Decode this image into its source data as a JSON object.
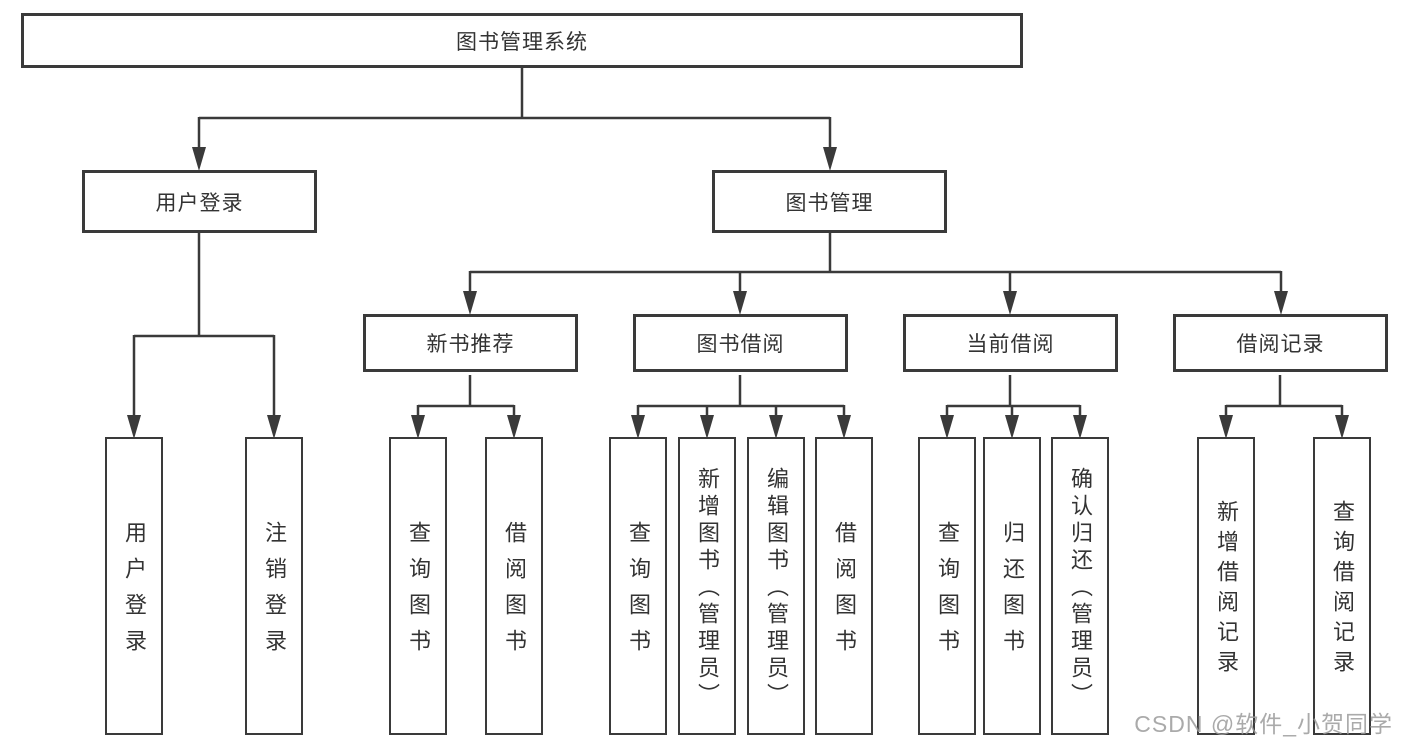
{
  "diagram": {
    "type": "hierarchy-tree",
    "root": {
      "label": "图书管理系统",
      "children": [
        {
          "label": "用户登录",
          "children": [
            {
              "label": "用户登录"
            },
            {
              "label": "注销登录"
            }
          ]
        },
        {
          "label": "图书管理",
          "children": [
            {
              "label": "新书推荐",
              "children": [
                {
                  "label": "查询图书"
                },
                {
                  "label": "借阅图书"
                }
              ]
            },
            {
              "label": "图书借阅",
              "children": [
                {
                  "label": "查询图书"
                },
                {
                  "label": "新增图书（管理员）"
                },
                {
                  "label": "编辑图书（管理员）"
                },
                {
                  "label": "借阅图书"
                }
              ]
            },
            {
              "label": "当前借阅",
              "children": [
                {
                  "label": "查询图书"
                },
                {
                  "label": "归还图书"
                },
                {
                  "label": "确认归还（管理员）"
                }
              ]
            },
            {
              "label": "借阅记录",
              "children": [
                {
                  "label": "新增借阅记录"
                },
                {
                  "label": "查询借阅记录"
                }
              ]
            }
          ]
        }
      ]
    }
  },
  "watermark": {
    "text": "CSDN @软件_小贺同学"
  },
  "colors": {
    "line": "#3a3a3a",
    "box_border": "#3a3a3a",
    "box_fill": "#ffffff",
    "text": "#333333",
    "watermark": "#9b9b9b",
    "background": "#ffffff"
  }
}
